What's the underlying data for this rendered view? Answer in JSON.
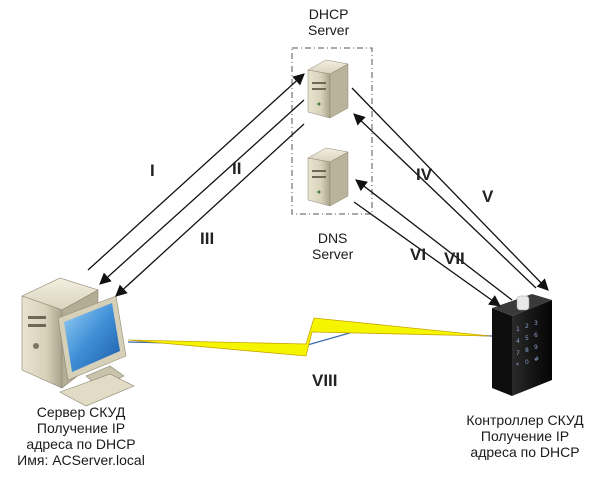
{
  "dhcp_server": {
    "line1": "DHCP",
    "line2": "Server"
  },
  "dns_server": {
    "line1": "DNS",
    "line2": "Server"
  },
  "acs_server": {
    "line1": "Сервер СКУД",
    "line2": "Получение IP",
    "line3": "адреса по DHCP",
    "line4": "Имя: ACServer.local"
  },
  "controller": {
    "line1": "Контроллер СКУД",
    "line2": "Получение IP",
    "line3": "адреса по DHCP"
  },
  "steps": [
    "I",
    "II",
    "III",
    "IV",
    "V",
    "VI",
    "VII",
    "VIII"
  ],
  "colors": {
    "arrow": "#111111",
    "lightning": "#f5f500",
    "line_blue": "#3a6ab0"
  }
}
